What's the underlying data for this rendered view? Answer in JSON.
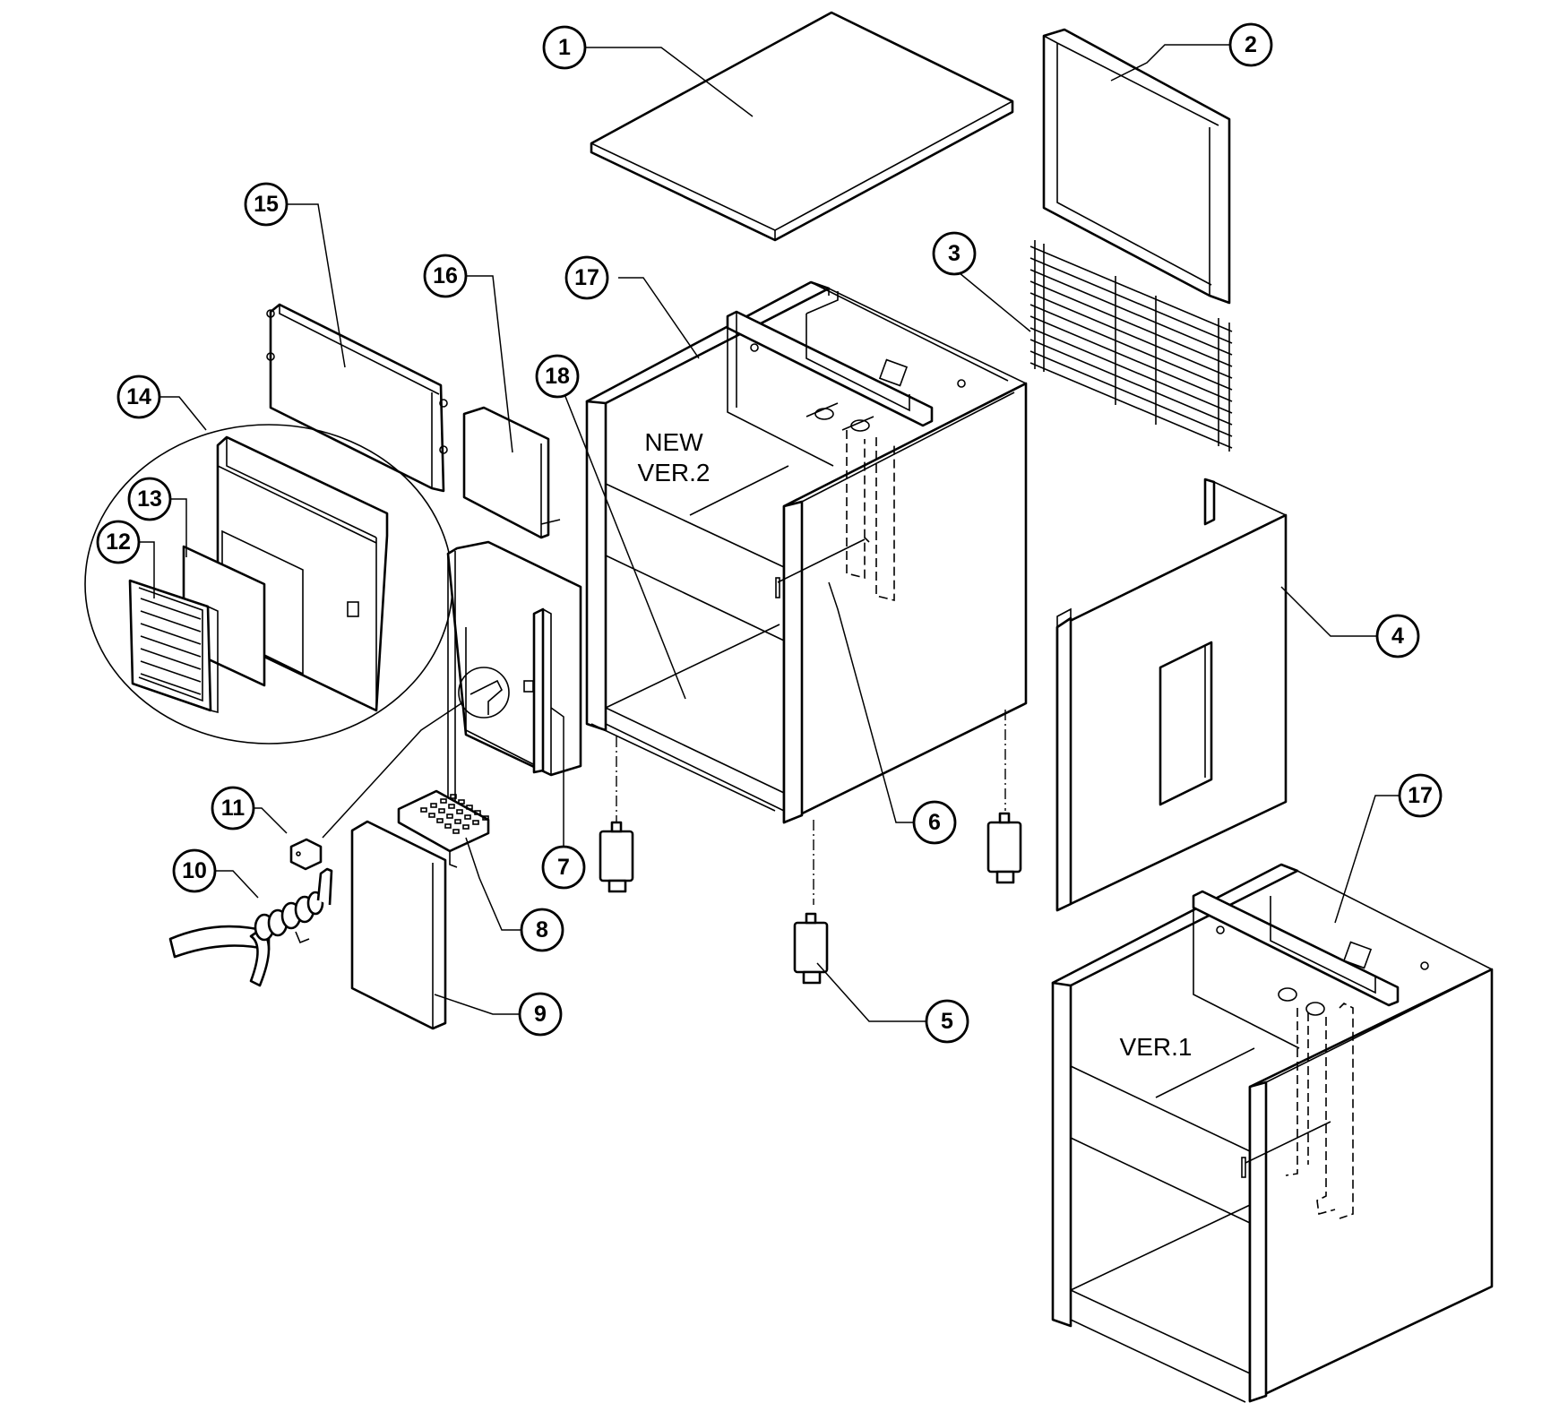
{
  "callouts": [
    {
      "id": "c1",
      "label": "1"
    },
    {
      "id": "c2",
      "label": "2"
    },
    {
      "id": "c3",
      "label": "3"
    },
    {
      "id": "c4",
      "label": "4"
    },
    {
      "id": "c5",
      "label": "5"
    },
    {
      "id": "c6",
      "label": "6"
    },
    {
      "id": "c7",
      "label": "7"
    },
    {
      "id": "c8",
      "label": "8"
    },
    {
      "id": "c9",
      "label": "9"
    },
    {
      "id": "c10",
      "label": "10"
    },
    {
      "id": "c11",
      "label": "11"
    },
    {
      "id": "c12",
      "label": "12"
    },
    {
      "id": "c13",
      "label": "13"
    },
    {
      "id": "c14",
      "label": "14"
    },
    {
      "id": "c15",
      "label": "15"
    },
    {
      "id": "c16",
      "label": "16"
    },
    {
      "id": "c17a",
      "label": "17"
    },
    {
      "id": "c17b",
      "label": "17"
    },
    {
      "id": "c18",
      "label": "18"
    }
  ],
  "labels": {
    "new_line1": "NEW",
    "new_line2": "VER.2",
    "ver1": "VER.1"
  }
}
